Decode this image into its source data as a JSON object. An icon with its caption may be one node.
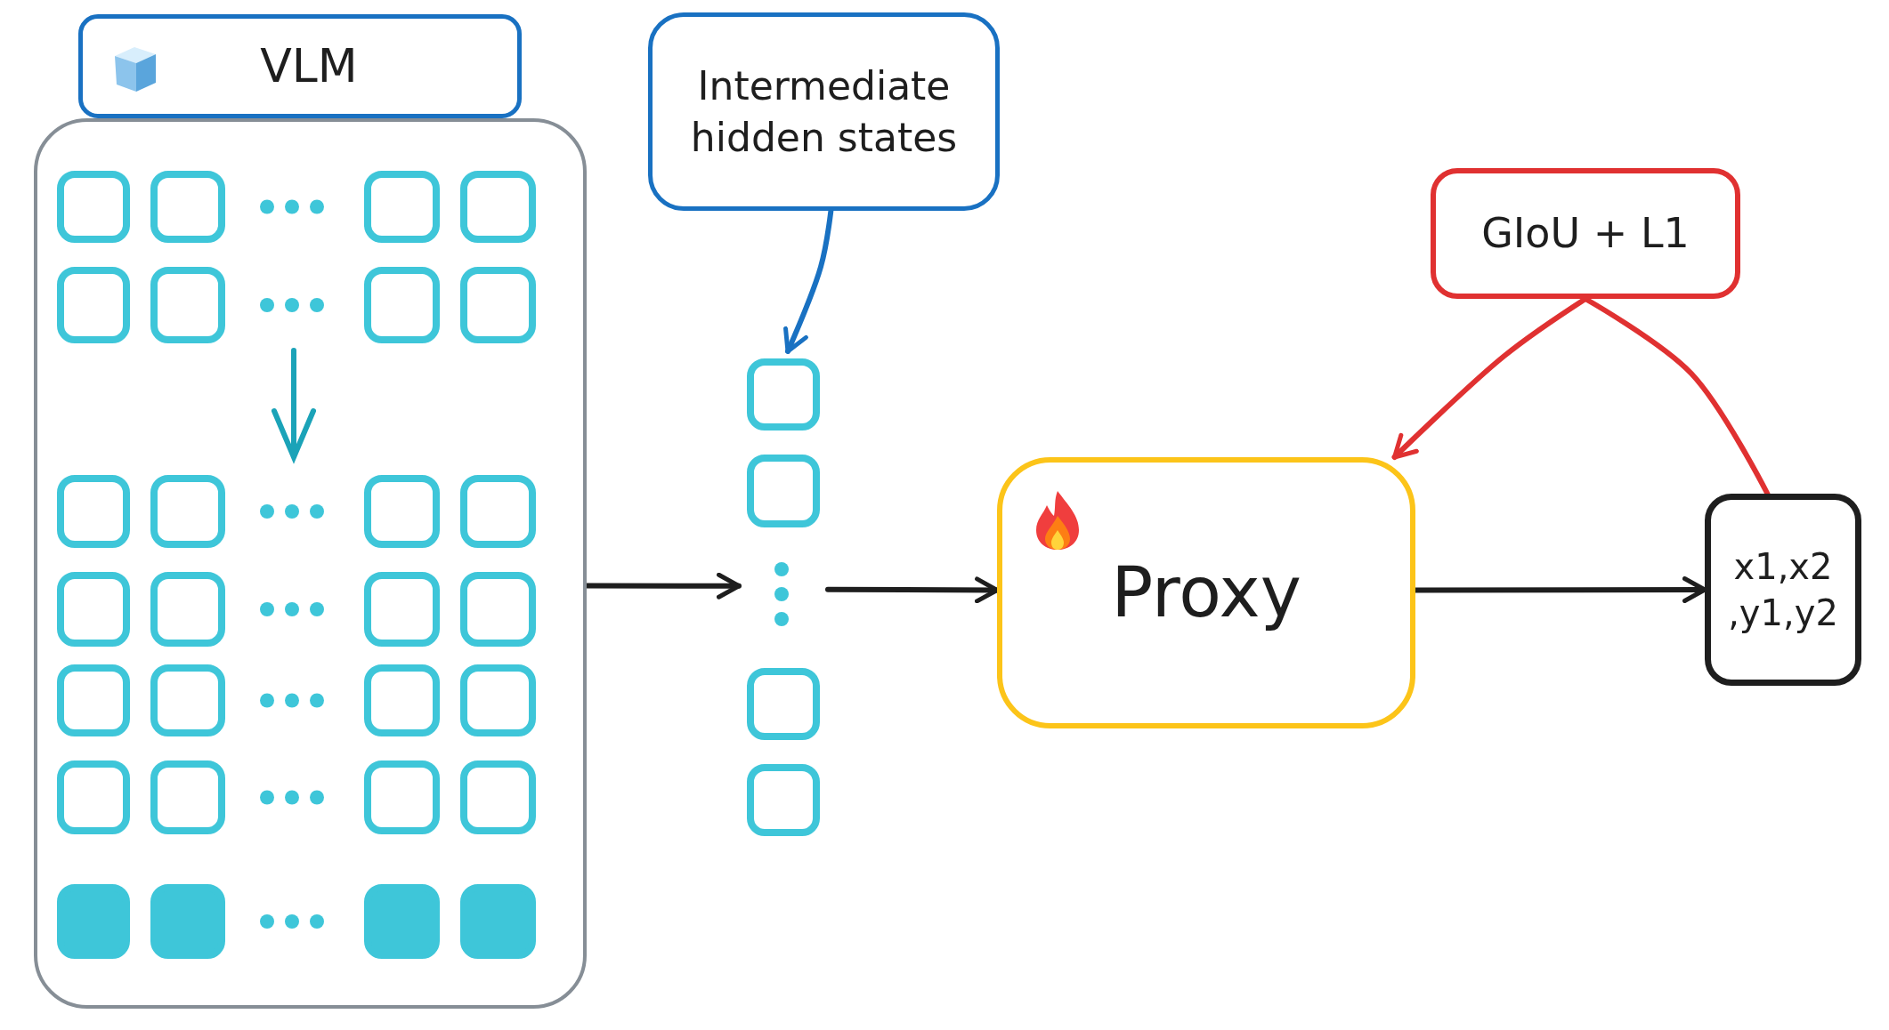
{
  "diagram": {
    "nodes": [
      {
        "text": [
          "VLM"
        ]
      },
      {
        "text": [],
        "shape": "box"
      },
      {
        "text": [
          "Intermediate hidden states"
        ]
      },
      {
        "text": [],
        "shape": "box"
      },
      {
        "text": [
          "Proxy"
        ]
      },
      {
        "text": [
          "GIoU + L1"
        ]
      },
      {
        "text": [
          "x1,x2 ,y1,y2"
        ]
      }
    ],
    "edges": [
      {
        "from": 1,
        "to": 3,
        "arrow": "to",
        "color": "#1e1e1e"
      },
      {
        "from": 3,
        "to": 4,
        "arrow": "to",
        "color": "#1e1e1e"
      },
      {
        "from": 2,
        "to": 3,
        "arrow": "to",
        "color": "#1971c2"
      },
      {
        "from": 4,
        "to": 6,
        "arrow": "to",
        "color": "#1e1e1e"
      },
      {
        "from": 6,
        "to": 5,
        "arrow": "none",
        "color": "#e03131"
      },
      {
        "from": 5,
        "to": 4,
        "arrow": "to",
        "color": "#e03131"
      }
    ]
  }
}
